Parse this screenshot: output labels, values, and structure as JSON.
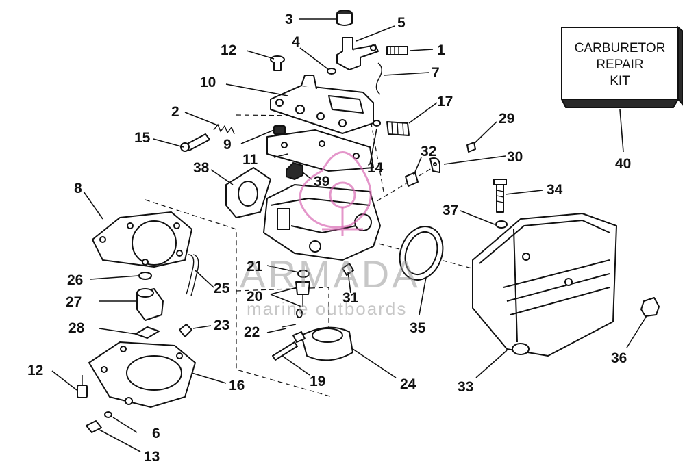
{
  "kit_label": {
    "line1": "CARBURETOR",
    "line2": "REPAIR",
    "line3": "KIT"
  },
  "watermark": {
    "brand": "ARMADA",
    "tagline": "marine outboards"
  },
  "callouts": [
    {
      "id": "1",
      "text": "1"
    },
    {
      "id": "2",
      "text": "2"
    },
    {
      "id": "3",
      "text": "3"
    },
    {
      "id": "4",
      "text": "4"
    },
    {
      "id": "5",
      "text": "5"
    },
    {
      "id": "6",
      "text": "6"
    },
    {
      "id": "7",
      "text": "7"
    },
    {
      "id": "8",
      "text": "8"
    },
    {
      "id": "9",
      "text": "9"
    },
    {
      "id": "10",
      "text": "10"
    },
    {
      "id": "11",
      "text": "11"
    },
    {
      "id": "12a",
      "text": "12"
    },
    {
      "id": "12b",
      "text": "12"
    },
    {
      "id": "13",
      "text": "13"
    },
    {
      "id": "14",
      "text": "14"
    },
    {
      "id": "15",
      "text": "15"
    },
    {
      "id": "16",
      "text": "16"
    },
    {
      "id": "17",
      "text": "17"
    },
    {
      "id": "19",
      "text": "19"
    },
    {
      "id": "20",
      "text": "20"
    },
    {
      "id": "21",
      "text": "21"
    },
    {
      "id": "22",
      "text": "22"
    },
    {
      "id": "23",
      "text": "23"
    },
    {
      "id": "24",
      "text": "24"
    },
    {
      "id": "25",
      "text": "25"
    },
    {
      "id": "26",
      "text": "26"
    },
    {
      "id": "27",
      "text": "27"
    },
    {
      "id": "28",
      "text": "28"
    },
    {
      "id": "29",
      "text": "29"
    },
    {
      "id": "30",
      "text": "30"
    },
    {
      "id": "31",
      "text": "31"
    },
    {
      "id": "32",
      "text": "32"
    },
    {
      "id": "33",
      "text": "33"
    },
    {
      "id": "34",
      "text": "34"
    },
    {
      "id": "35",
      "text": "35"
    },
    {
      "id": "36",
      "text": "36"
    },
    {
      "id": "37",
      "text": "37"
    },
    {
      "id": "38",
      "text": "38"
    },
    {
      "id": "39",
      "text": "39"
    },
    {
      "id": "40",
      "text": "40"
    }
  ]
}
